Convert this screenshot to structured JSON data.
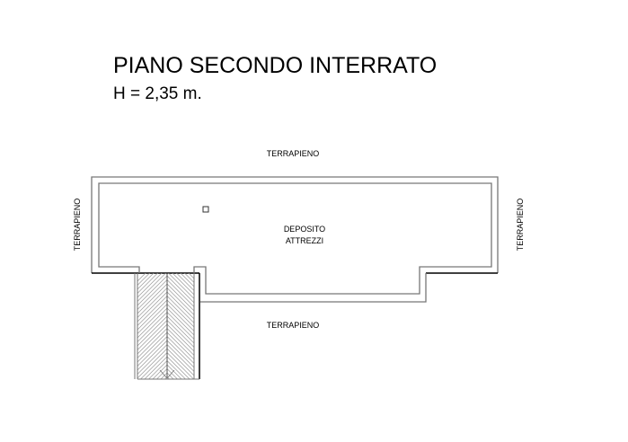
{
  "title": "PIANO SECONDO INTERRATO",
  "height_label": "H = 2,35 m.",
  "labels": {
    "top": "TERRAPIENO",
    "bottom": "TERRAPIENO",
    "left": "TERRAPIENO",
    "right": "TERRAPIENO",
    "room_line1": "DEPOSITO",
    "room_line2": "ATTREZZI"
  }
}
